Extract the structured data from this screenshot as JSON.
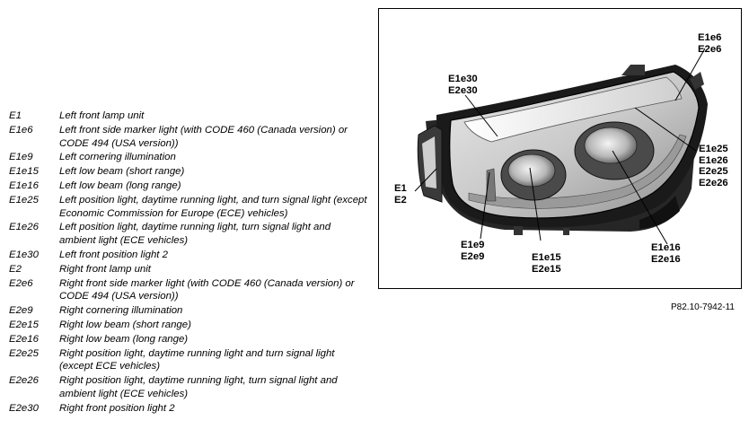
{
  "legend": [
    {
      "code": "E1",
      "desc": "Left front lamp unit"
    },
    {
      "code": "E1e6",
      "desc": "Left front side marker light (with CODE 460 (Canada version) or CODE 494 (USA version))"
    },
    {
      "code": "E1e9",
      "desc": "Left cornering illumination"
    },
    {
      "code": "E1e15",
      "desc": "Left low beam (short range)"
    },
    {
      "code": "E1e16",
      "desc": "Left low beam (long range)"
    },
    {
      "code": "E1e25",
      "desc": "Left position light, daytime running light, and turn signal light (except Economic Commission for Europe (ECE) vehicles)"
    },
    {
      "code": "E1e26",
      "desc": "Left position light, daytime running light, turn signal light and ambient light (ECE vehicles)"
    },
    {
      "code": "E1e30",
      "desc": "Left front position light 2"
    },
    {
      "code": "E2",
      "desc": "Right front lamp unit"
    },
    {
      "code": "E2e6",
      "desc": "Right front side marker light (with CODE 460 (Canada version) or CODE 494 (USA version))"
    },
    {
      "code": "E2e9",
      "desc": "Right cornering illumination"
    },
    {
      "code": "E2e15",
      "desc": "Right low beam (short range)"
    },
    {
      "code": "E2e16",
      "desc": "Right low beam (long range)"
    },
    {
      "code": "E2e25",
      "desc": "Right position light, daytime running light and turn signal light (except ECE vehicles)"
    },
    {
      "code": "E2e26",
      "desc": "Right position light, daytime running light, turn signal light and ambient light (ECE vehicles)"
    },
    {
      "code": "E2e30",
      "desc": "Right front position light 2"
    }
  ],
  "callouts": {
    "e6": [
      "E1e6",
      "E2e6"
    ],
    "e30": [
      "E1e30",
      "E2e30"
    ],
    "e25": [
      "E1e25",
      "E1e26",
      "E2e25",
      "E2e26"
    ],
    "e1": [
      "E1",
      "E2"
    ],
    "e9": [
      "E1e9",
      "E2e9"
    ],
    "e15": [
      "E1e15",
      "E2e15"
    ],
    "e16": [
      "E1e16",
      "E2e16"
    ]
  },
  "figure_ref": "P82.10-7942-11"
}
